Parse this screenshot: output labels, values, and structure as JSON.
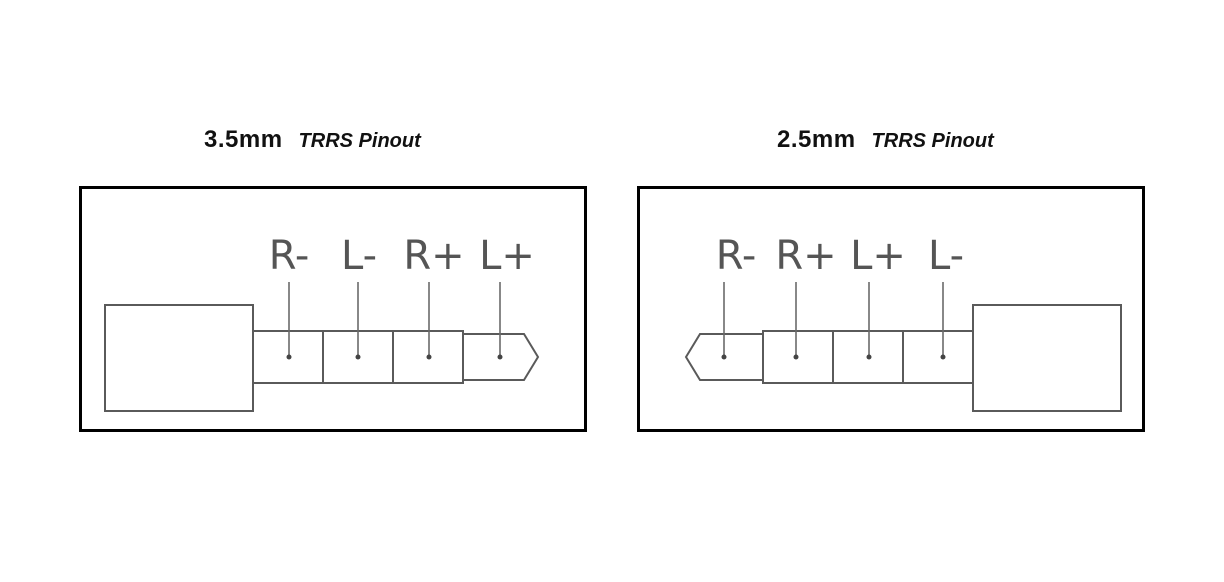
{
  "diagrams": [
    {
      "id": "left",
      "size": "3.5mm",
      "kind": "TRRS Pinout",
      "orientation": "plug-left-tip-right",
      "pins": [
        "R-",
        "L-",
        "R+",
        "L+"
      ]
    },
    {
      "id": "right",
      "size": "2.5mm",
      "kind": "TRRS Pinout",
      "orientation": "tip-left-plug-right",
      "pins": [
        "R-",
        "R+",
        "L+",
        "L-"
      ]
    }
  ],
  "colors": {
    "border": "#000000",
    "line": "#5a5a5a",
    "text": "#555555"
  }
}
